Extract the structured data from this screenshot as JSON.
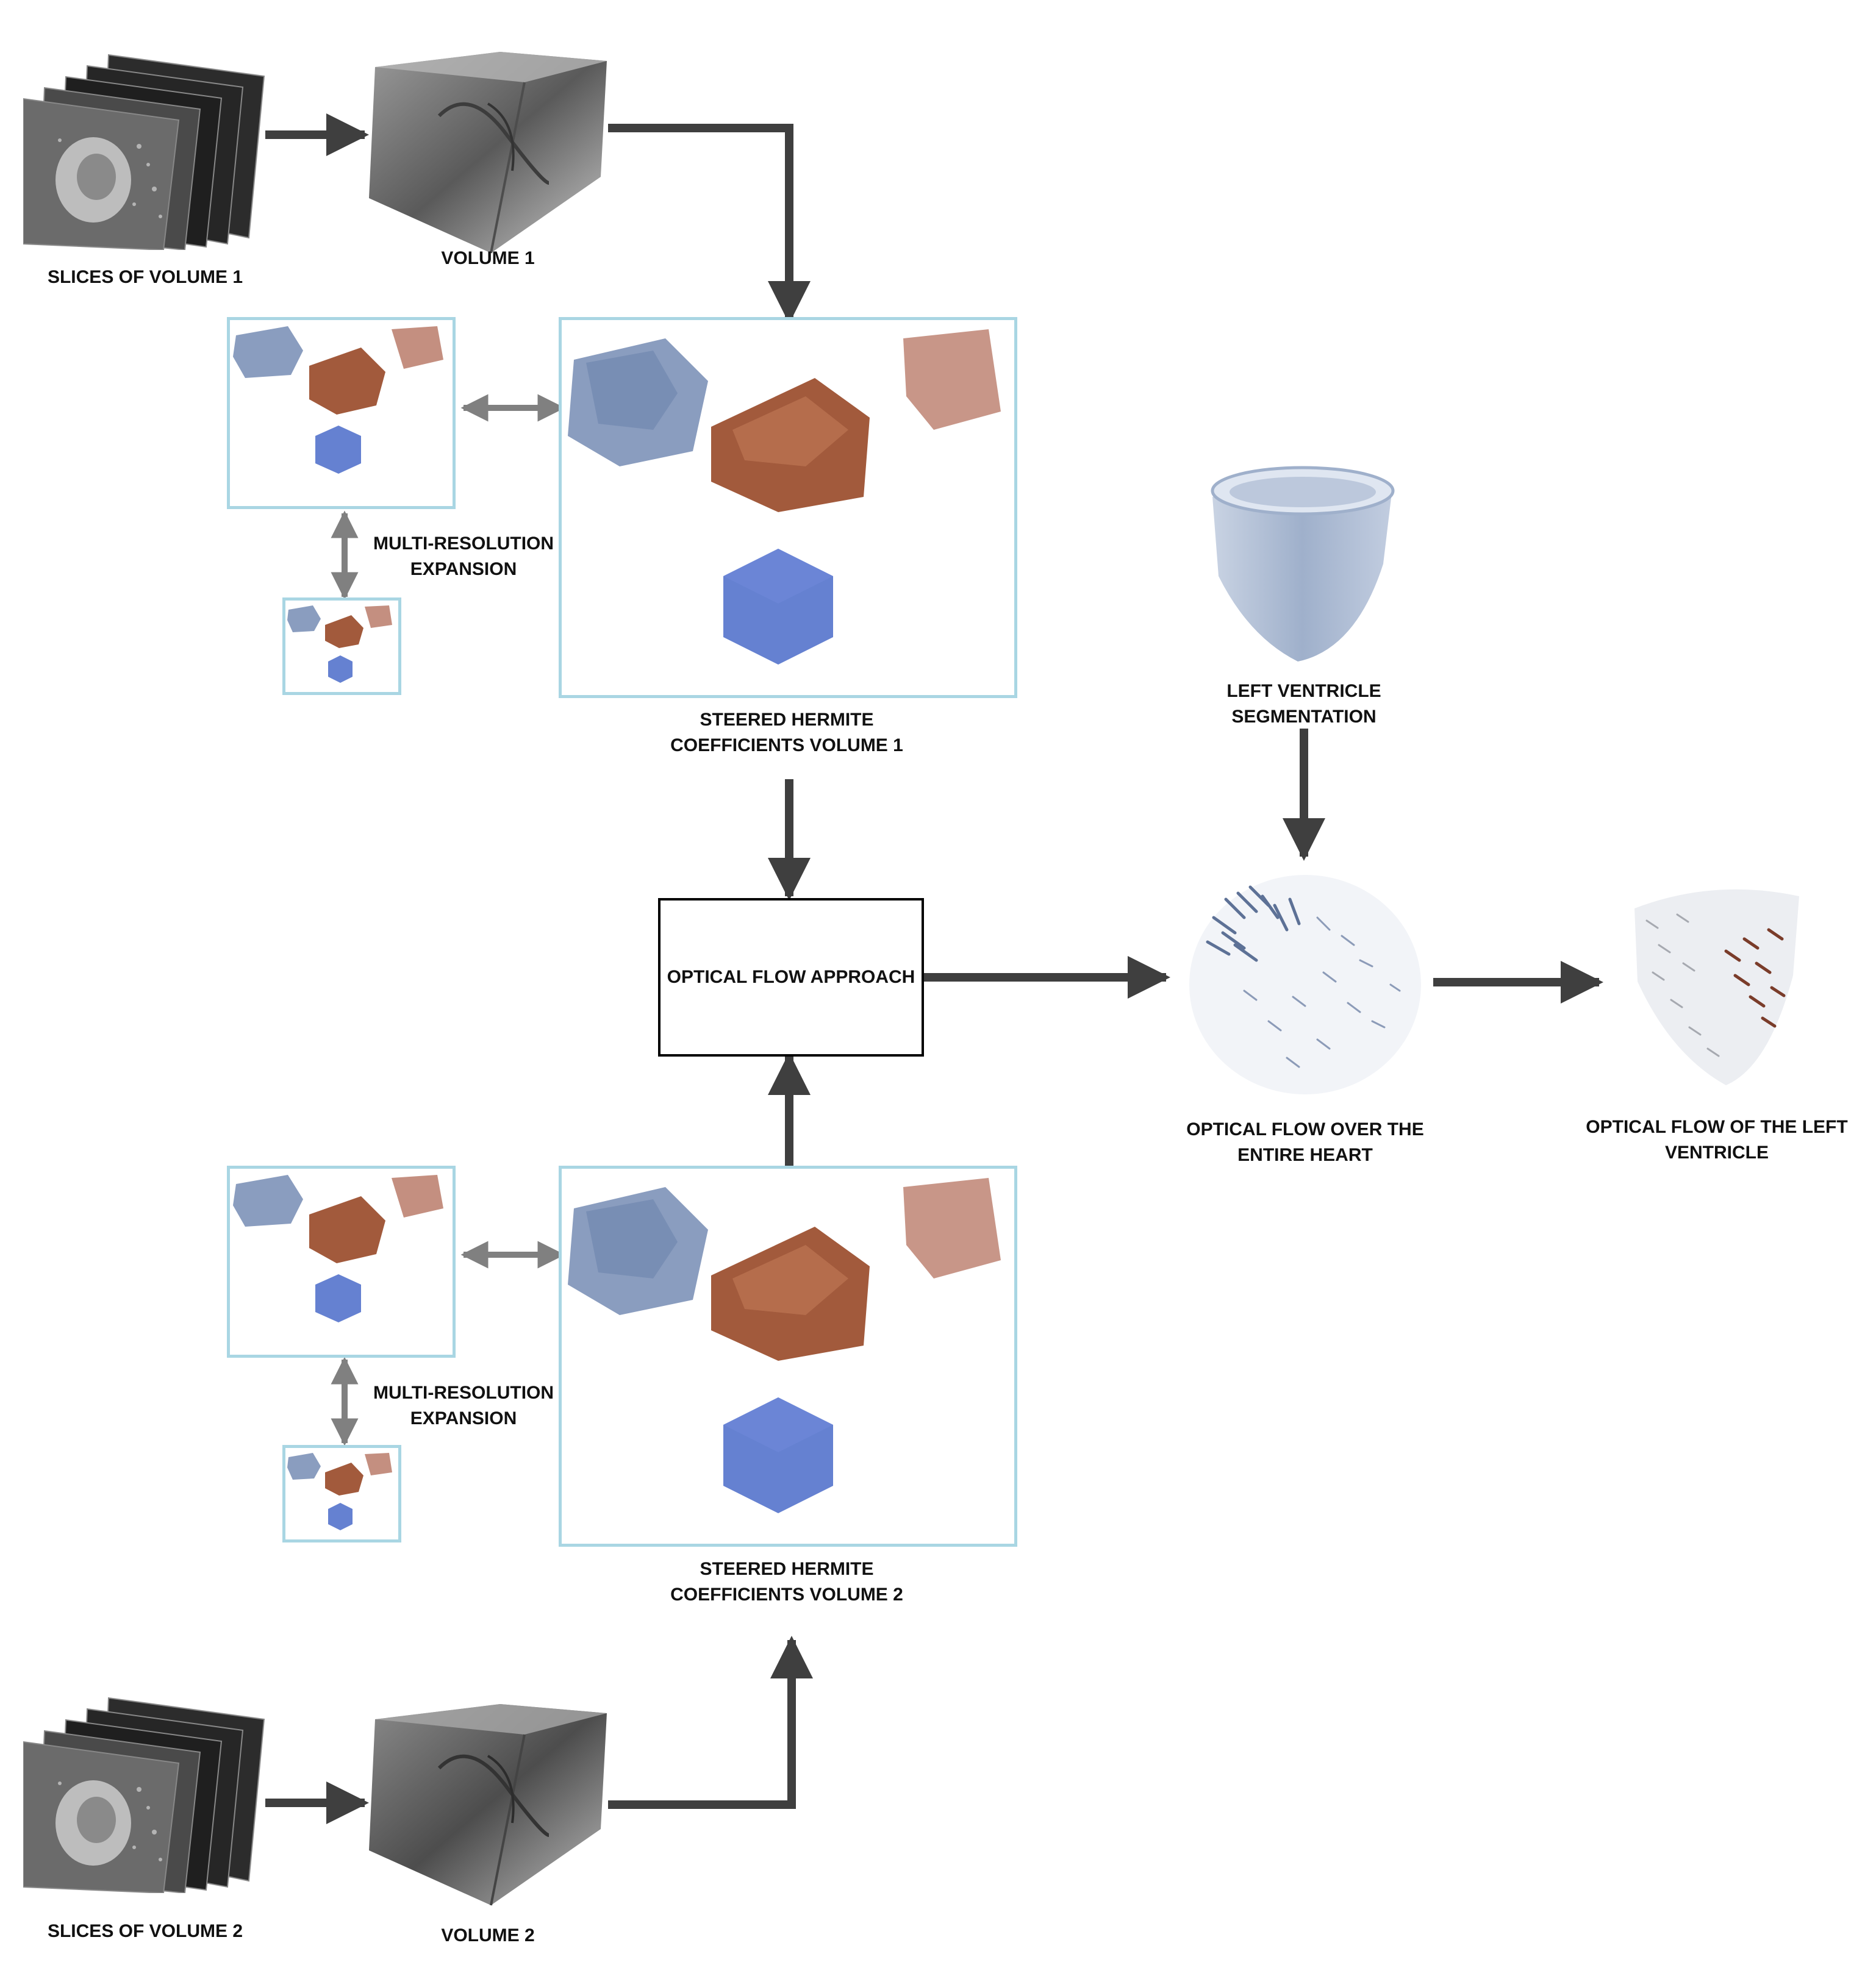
{
  "labels": {
    "slices_v1": "SLICES OF VOLUME 1",
    "volume_1": "VOLUME 1",
    "multires_top_line1": "MULTI-RESOLUTION",
    "multires_top_line2": "EXPANSION",
    "steered_v1_line1": "STEERED HERMITE",
    "steered_v1_line2": "COEFFICIENTS  VOLUME 1",
    "lv_seg_line1": "LEFT VENTRICLE",
    "lv_seg_line2": "SEGMENTATION",
    "optical_flow_approach": "OPTICAL FLOW APPROACH",
    "of_heart_line1": "OPTICAL FLOW OVER THE",
    "of_heart_line2": "ENTIRE HEART",
    "of_lv_line1": "OPTICAL FLOW OF THE LEFT",
    "of_lv_line2": "VENTRICLE",
    "multires_bot_line1": "MULTI-RESOLUTION",
    "multires_bot_line2": "EXPANSION",
    "steered_v2_line1": "STEERED HERMITE",
    "steered_v2_line2": "COEFFICIENTS VOLUME 2",
    "slices_v2": "SLICES OF VOLUME 2",
    "volume_2": "VOLUME 2"
  },
  "colors": {
    "arrow_dark": "#3f3f3f",
    "arrow_gray": "#808080",
    "panel_border": "#a9d6e3",
    "coef_blue_gray": "#8a9dbf",
    "coef_brown": "#a25a3c",
    "coef_blue": "#4a6bc9",
    "volume_gray": "#5a5a5a",
    "lv_surface": "#a9b8cf"
  },
  "icons": [
    "mri-slices-stack",
    "heart-volume-cube",
    "hermite-coefficient-set",
    "left-ventricle-surface",
    "vector-field-heart",
    "vector-field-left-ventricle"
  ]
}
